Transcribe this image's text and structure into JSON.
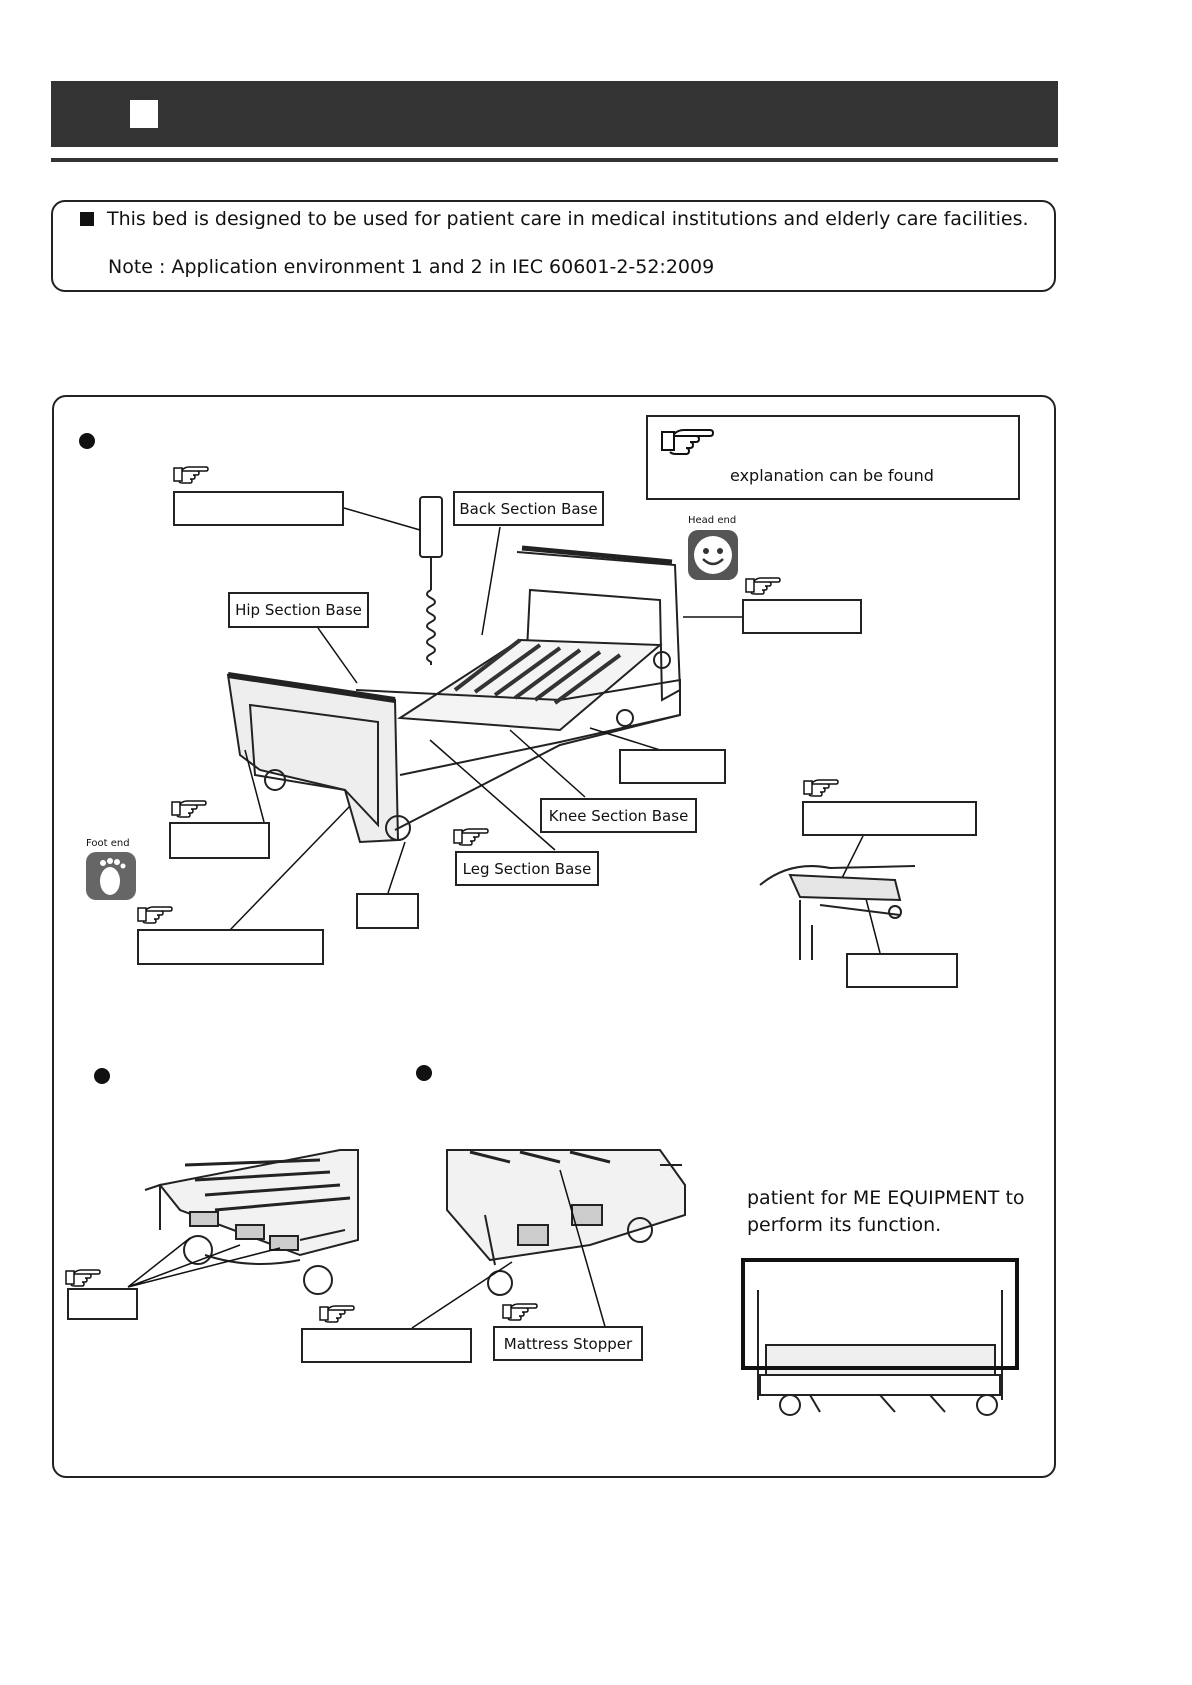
{
  "intro": {
    "statement": "This bed is designed to be used for patient care in medical institutions and elderly care facilities.",
    "note": "Note : Application environment 1 and 2 in IEC 60601-2-52:2009"
  },
  "legend": {
    "text": "explanation can be found"
  },
  "icons": {
    "head_end": "Head end",
    "foot_end": "Foot end"
  },
  "labels": {
    "back_section_base": "Back Section Base",
    "hip_section_base": "Hip Section Base",
    "knee_section_base": "Knee Section Base",
    "leg_section_base": "Leg Section Base",
    "mattress_stopper": "Mattress Stopper"
  },
  "side_text": {
    "line1": "patient for ME EQUIPMENT to",
    "line2": "perform its function."
  }
}
